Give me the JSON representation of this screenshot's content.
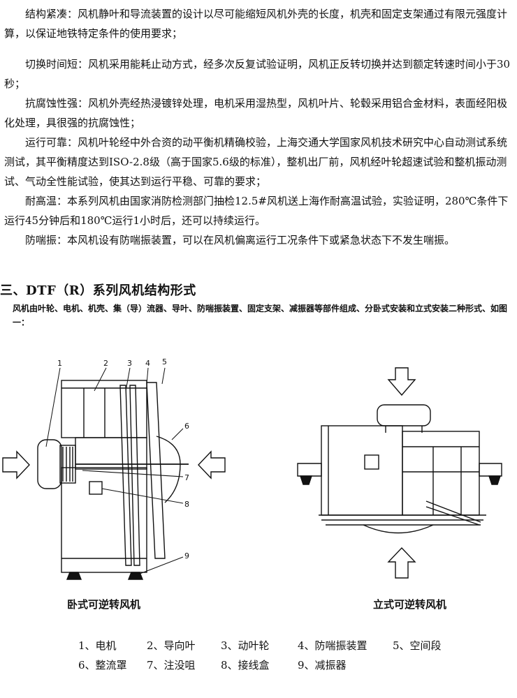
{
  "paragraphs": [
    "结构紧凑：风机静叶和导流装置的设计以尽可能缩短风机外壳的长度，机壳和固定支架通过有限元强度计算，以保证地铁特定条件的使用要求；",
    "切换时间短：风机采用能耗止动方式，经多次反复试验证明，风机正反转切换并达到额定转速时间小于30秒；",
    "抗腐蚀性强：风机外壳经热浸镀锌处理，电机采用湿热型，风机叶片、轮毂采用铝合金材料，表面经阳极化处理，具很强的抗腐蚀性；",
    "运行可靠：风机叶轮经中外合资的动平衡机精确校验，上海交通大学国家风机技术研究中心自动测试系统测试，其平衡精度达到ISO-2.8级（高于国家5.6级的标准），整机出厂前，风机经叶轮超速试验和整机振动测试、气动全性能试验，使其达到运行平稳、可靠的要求；",
    "耐高温：本系列风机由国家消防检测部门抽检12.5#风机送上海作耐高温试验，实验证明，280℃条件下运行45分钟后和180℃运行1小时后，还可以持续运行。",
    "防喘振：本风机设有防喘振装置，可以在风机偏离运行工况条件下或紧急状态下不发生喘振。"
  ],
  "section": {
    "heading": "三、DTF（R）系列风机结构形式",
    "intro": "风机由叶轮、电机、机壳、集（导）流器、导叶、防喘振装置、固定支架、减振器等部件组成、分卧式安装和立式安装二种形式、如图一："
  },
  "figure": {
    "callouts": [
      "1",
      "2",
      "3",
      "4",
      "5",
      "6",
      "7",
      "8",
      "9"
    ],
    "caption_left": "卧式可逆转风机",
    "caption_right": "立式可逆转风机"
  },
  "legend": {
    "row1": [
      "1、电机",
      "2、导向叶",
      "3、动叶轮",
      "4、防喘振装置",
      "5、空间段"
    ],
    "row2": [
      "6、整流罩",
      "7、注没咀",
      "8、接线盒",
      "9、减振器"
    ]
  }
}
